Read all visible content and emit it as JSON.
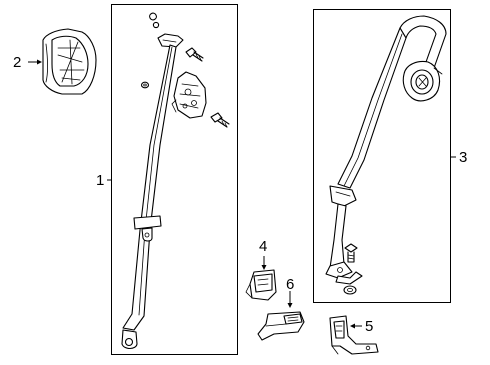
{
  "callouts": {
    "c1": "1",
    "c2": "2",
    "c3": "3",
    "c4": "4",
    "c5": "5",
    "c6": "6"
  },
  "icons": {
    "seat-belt-assembly-1": "front-belt-retractor-icon",
    "cover-2": "retractor-cover-icon",
    "seat-belt-assembly-3": "rear-belt-retractor-icon",
    "guide-4": "belt-guide-icon",
    "bracket-5": "anchor-bracket-icon",
    "bezel-6": "buckle-bezel-icon",
    "bolts": "bolt-icon"
  },
  "colors": {
    "line": "#000000",
    "background": "#ffffff"
  }
}
